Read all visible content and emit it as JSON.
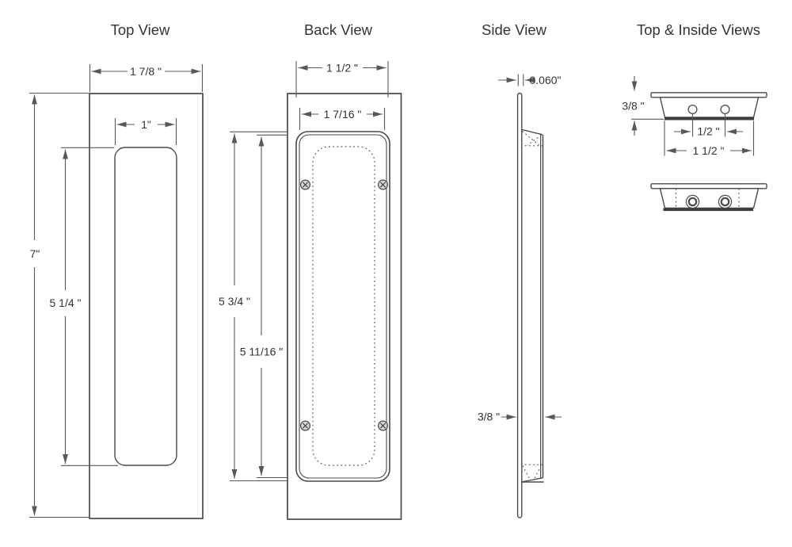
{
  "page": {
    "background": "#ffffff"
  },
  "colors": {
    "line": "#4a4a4a",
    "dim": "#585858",
    "text": "#333333",
    "screw_fill": "#d4d4d4"
  },
  "views": {
    "top": {
      "title": "Top View",
      "dim_width": "1 7/8 \"",
      "dim_inner_width": "1\"",
      "dim_height": "7\"",
      "dim_inner_height": "5 1/4 \""
    },
    "back": {
      "title": "Back View",
      "dim_width": "1 1/2 \"",
      "dim_plate_width": "1 7/16 \"",
      "dim_plate_height": "5 3/4 \"",
      "dim_pocket_height": "5 11/16 \""
    },
    "side": {
      "title": "Side View",
      "dim_thickness": "0.060\"",
      "dim_depth": "3/8 \""
    },
    "top_inside": {
      "title": "Top & Inside Views",
      "dim_depth": "3/8 \"",
      "dim_hole_spacing": "1/2 \"",
      "dim_width": "1 1/2 \""
    }
  }
}
